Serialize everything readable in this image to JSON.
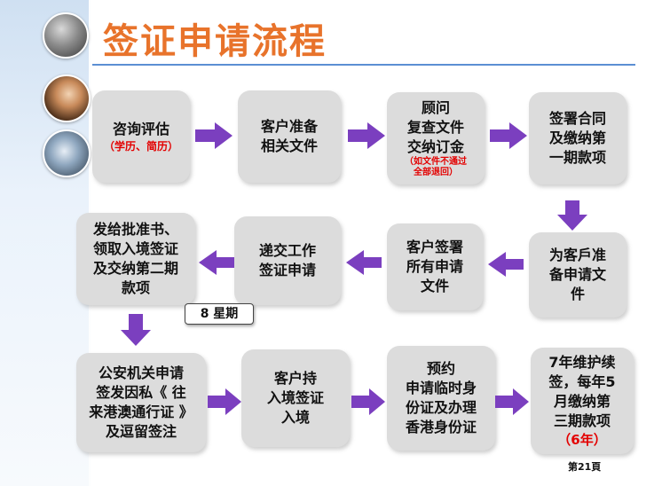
{
  "title": "签证申请流程",
  "duration_tag": "8 星期",
  "page_label": "第21頁",
  "colors": {
    "title": "#e8732b",
    "arrow": "#7b3fbf",
    "note": "#e30000",
    "box": "#dcdcdc",
    "rule": "#5b8fd3"
  },
  "steps": [
    {
      "lines": [
        "咨询评估"
      ],
      "note": "（学历、简历）"
    },
    {
      "lines": [
        "客户准备",
        "相关文件"
      ]
    },
    {
      "lines": [
        "顾问",
        "复查文件",
        "交纳订金"
      ],
      "note_small": [
        "（如文件不通过",
        "全部退回）"
      ]
    },
    {
      "lines": [
        "签署合同",
        "及缴纳第",
        "一期款项"
      ]
    },
    {
      "lines": [
        "为客戶准",
        "备申请文",
        "件"
      ]
    },
    {
      "lines": [
        "客户签署",
        "所有申请",
        "文件"
      ]
    },
    {
      "lines": [
        "递交工作",
        "签证申请"
      ]
    },
    {
      "lines": [
        "发给批准书、",
        "领取入境签证",
        "及交纳第二期",
        "款项"
      ]
    },
    {
      "lines": [
        "公安机关申请",
        "签发因私《 往",
        "来港澳通行证 》",
        "及逗留签注"
      ]
    },
    {
      "lines": [
        "客户持",
        "入境签证",
        "入境"
      ]
    },
    {
      "lines": [
        "预约",
        "申请临时身",
        "份证及办理",
        "香港身份证"
      ]
    },
    {
      "lines": [
        "7年维护续",
        "签，每年5",
        "月缴纳第",
        "三期款项"
      ],
      "note": "（6年）"
    }
  ]
}
